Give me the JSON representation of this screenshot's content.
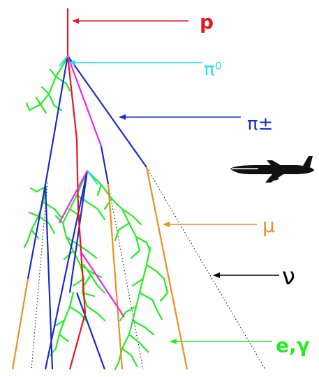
{
  "labels": {
    "proton": "p",
    "neutral_pion": "π⁰",
    "charged_pion": "π±",
    "muon": "μ",
    "neutrino": "ν",
    "electromagnetic": "e,γ"
  },
  "colors": {
    "proton": "#e8141e",
    "neutral_pion": "#22e0ee",
    "charged_pion": "#1a2acc",
    "muon": "#f08c1e",
    "neutrino": "#000000",
    "electromagnetic": "#22ee22",
    "magenta_track": "#ee22ee",
    "background": "#ffffff"
  },
  "icons": {
    "airplane": "airplane-icon"
  }
}
